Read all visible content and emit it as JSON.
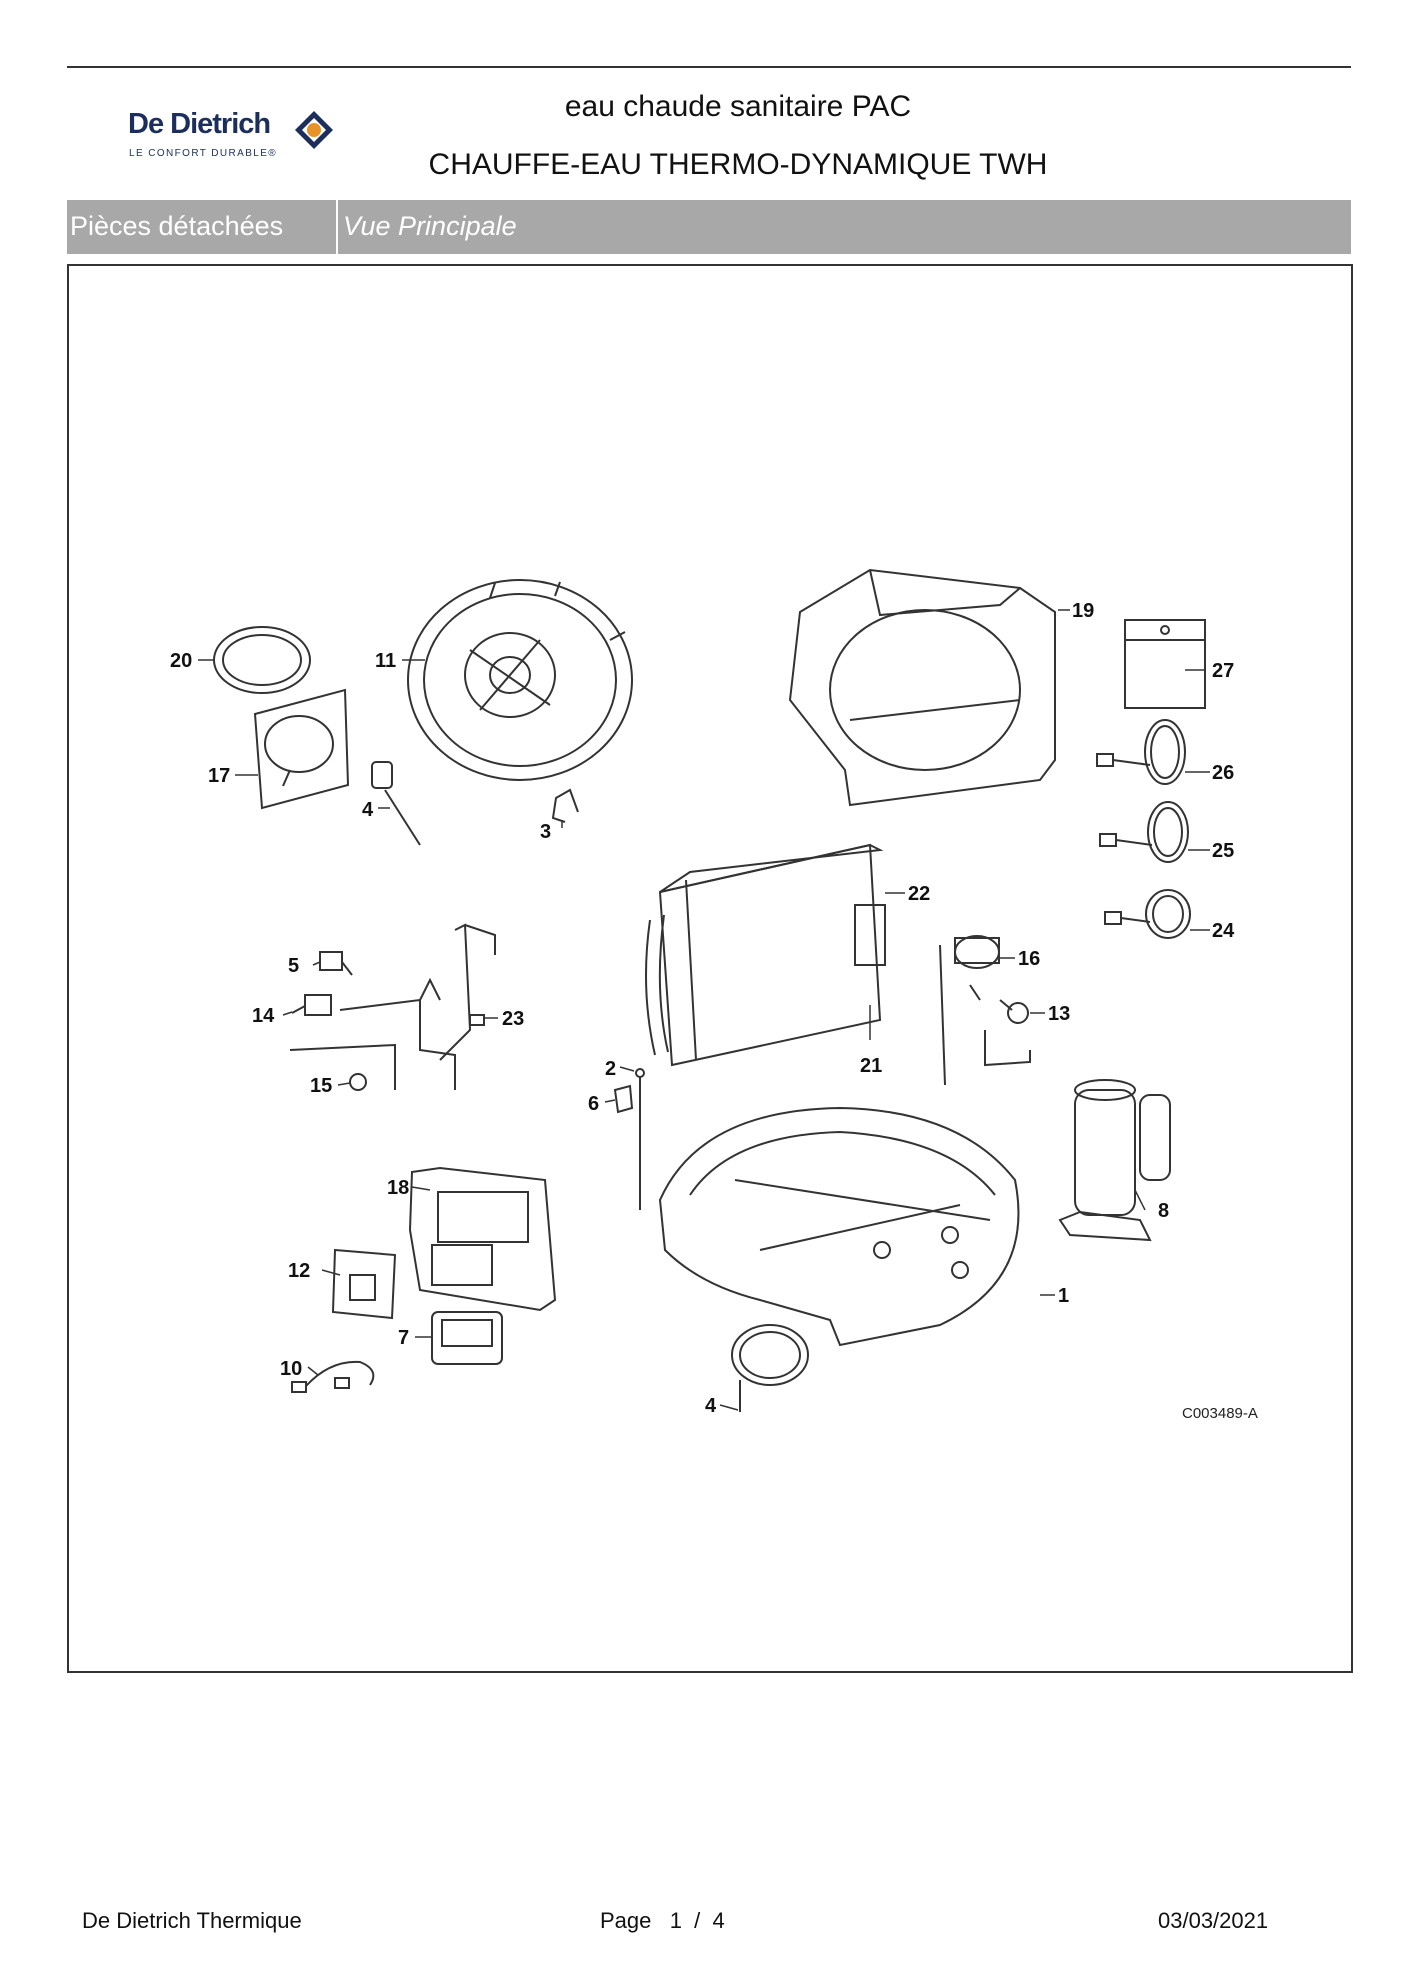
{
  "header": {
    "brand_name": "De Dietrich",
    "brand_tagline": "LE CONFORT DURABLE®",
    "title_line1": "eau chaude sanitaire PAC",
    "title_line2": "CHAUFFE-EAU THERMO-DYNAMIQUE TWH"
  },
  "section_bar": {
    "left_label": "Pièces détachées",
    "right_label": "Vue Principale"
  },
  "diagram": {
    "reference": "C003489-A",
    "callouts": [
      "1",
      "2",
      "3",
      "4",
      "4",
      "5",
      "6",
      "7",
      "8",
      "10",
      "11",
      "12",
      "13",
      "14",
      "15",
      "16",
      "17",
      "18",
      "19",
      "20",
      "21",
      "22",
      "23",
      "24",
      "25",
      "26",
      "27"
    ]
  },
  "footer": {
    "company": "De Dietrich Thermique",
    "page_text": "Page   1  /  4",
    "date": "03/03/2021"
  },
  "colors": {
    "brand_blue": "#1c2f5c",
    "brand_orange": "#e8932a",
    "bar_gray": "#a8a8a8"
  }
}
